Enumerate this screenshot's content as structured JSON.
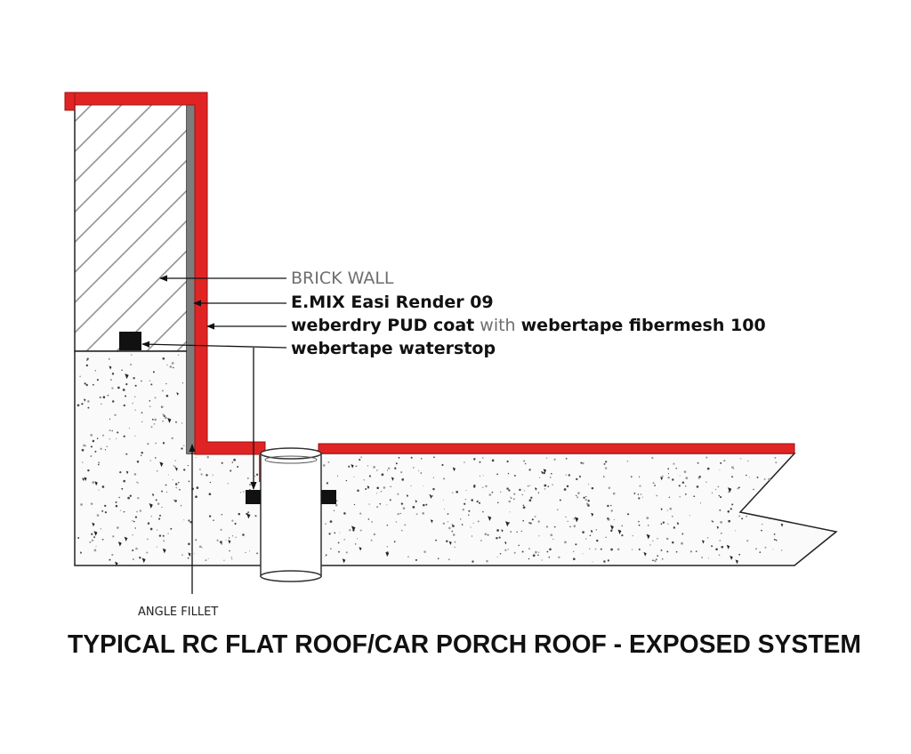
{
  "colors": {
    "membrane": "#e02424",
    "render": "#7d7d7d",
    "leader": "#111111",
    "muted": "#6e6e6e"
  },
  "labels": {
    "brick_wall": "BRICK WALL",
    "render": "E.MIX Easi Render 09",
    "coat": "weberdry PUD coat",
    "with": " with ",
    "fibermesh": "webertape fibermesh 100",
    "waterstop": "webertape waterstop",
    "angle_fillet": "ANGLE FILLET"
  },
  "title": "TYPICAL RC FLAT ROOF/CAR PORCH ROOF - EXPOSED SYSTEM"
}
